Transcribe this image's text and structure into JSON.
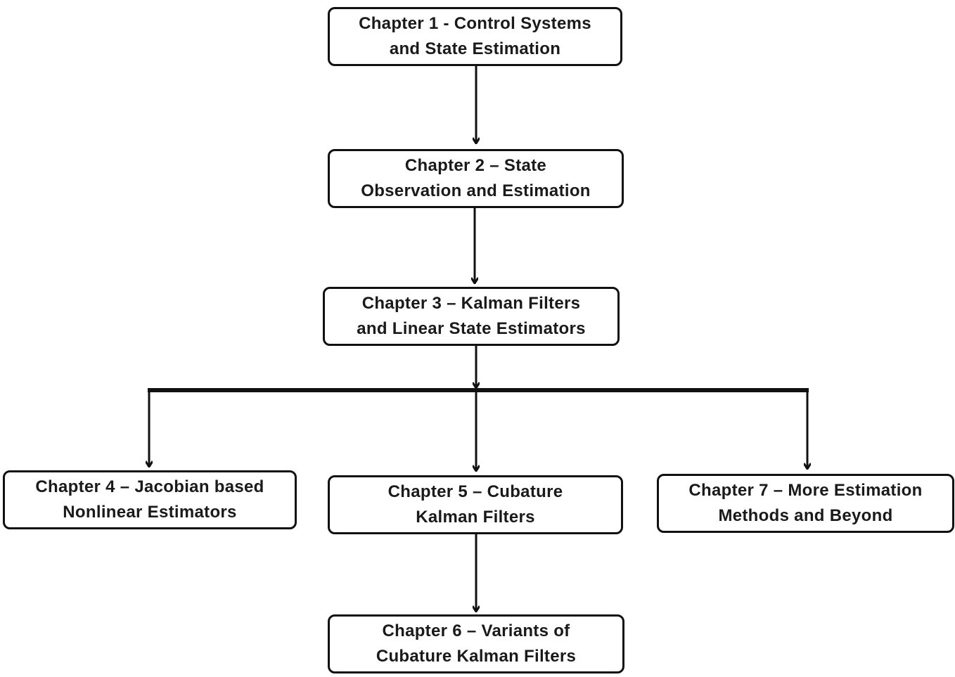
{
  "diagram": {
    "nodes": [
      {
        "id": "ch1",
        "lines": [
          "Chapter 1 - Control Systems",
          "and State Estimation"
        ]
      },
      {
        "id": "ch2",
        "lines": [
          "Chapter 2 – State",
          "Observation and Estimation"
        ]
      },
      {
        "id": "ch3",
        "lines": [
          "Chapter 3 – Kalman Filters",
          "and Linear State Estimators"
        ]
      },
      {
        "id": "ch4",
        "lines": [
          "Chapter 4 – Jacobian based",
          "Nonlinear Estimators"
        ]
      },
      {
        "id": "ch5",
        "lines": [
          "Chapter 5 – Cubature",
          "Kalman Filters"
        ]
      },
      {
        "id": "ch6",
        "lines": [
          "Chapter 6 – Variants of",
          "Cubature Kalman Filters"
        ]
      },
      {
        "id": "ch7",
        "lines": [
          "Chapter 7 – More Estimation",
          "Methods and Beyond"
        ]
      }
    ],
    "edges": [
      {
        "from": "ch1",
        "to": "ch2"
      },
      {
        "from": "ch2",
        "to": "ch3"
      },
      {
        "from": "ch3",
        "to": "ch4"
      },
      {
        "from": "ch3",
        "to": "ch5"
      },
      {
        "from": "ch3",
        "to": "ch7"
      },
      {
        "from": "ch5",
        "to": "ch6"
      }
    ],
    "colors": {
      "stroke": "#111111",
      "text": "#1a1a1a",
      "background": "#ffffff"
    }
  }
}
